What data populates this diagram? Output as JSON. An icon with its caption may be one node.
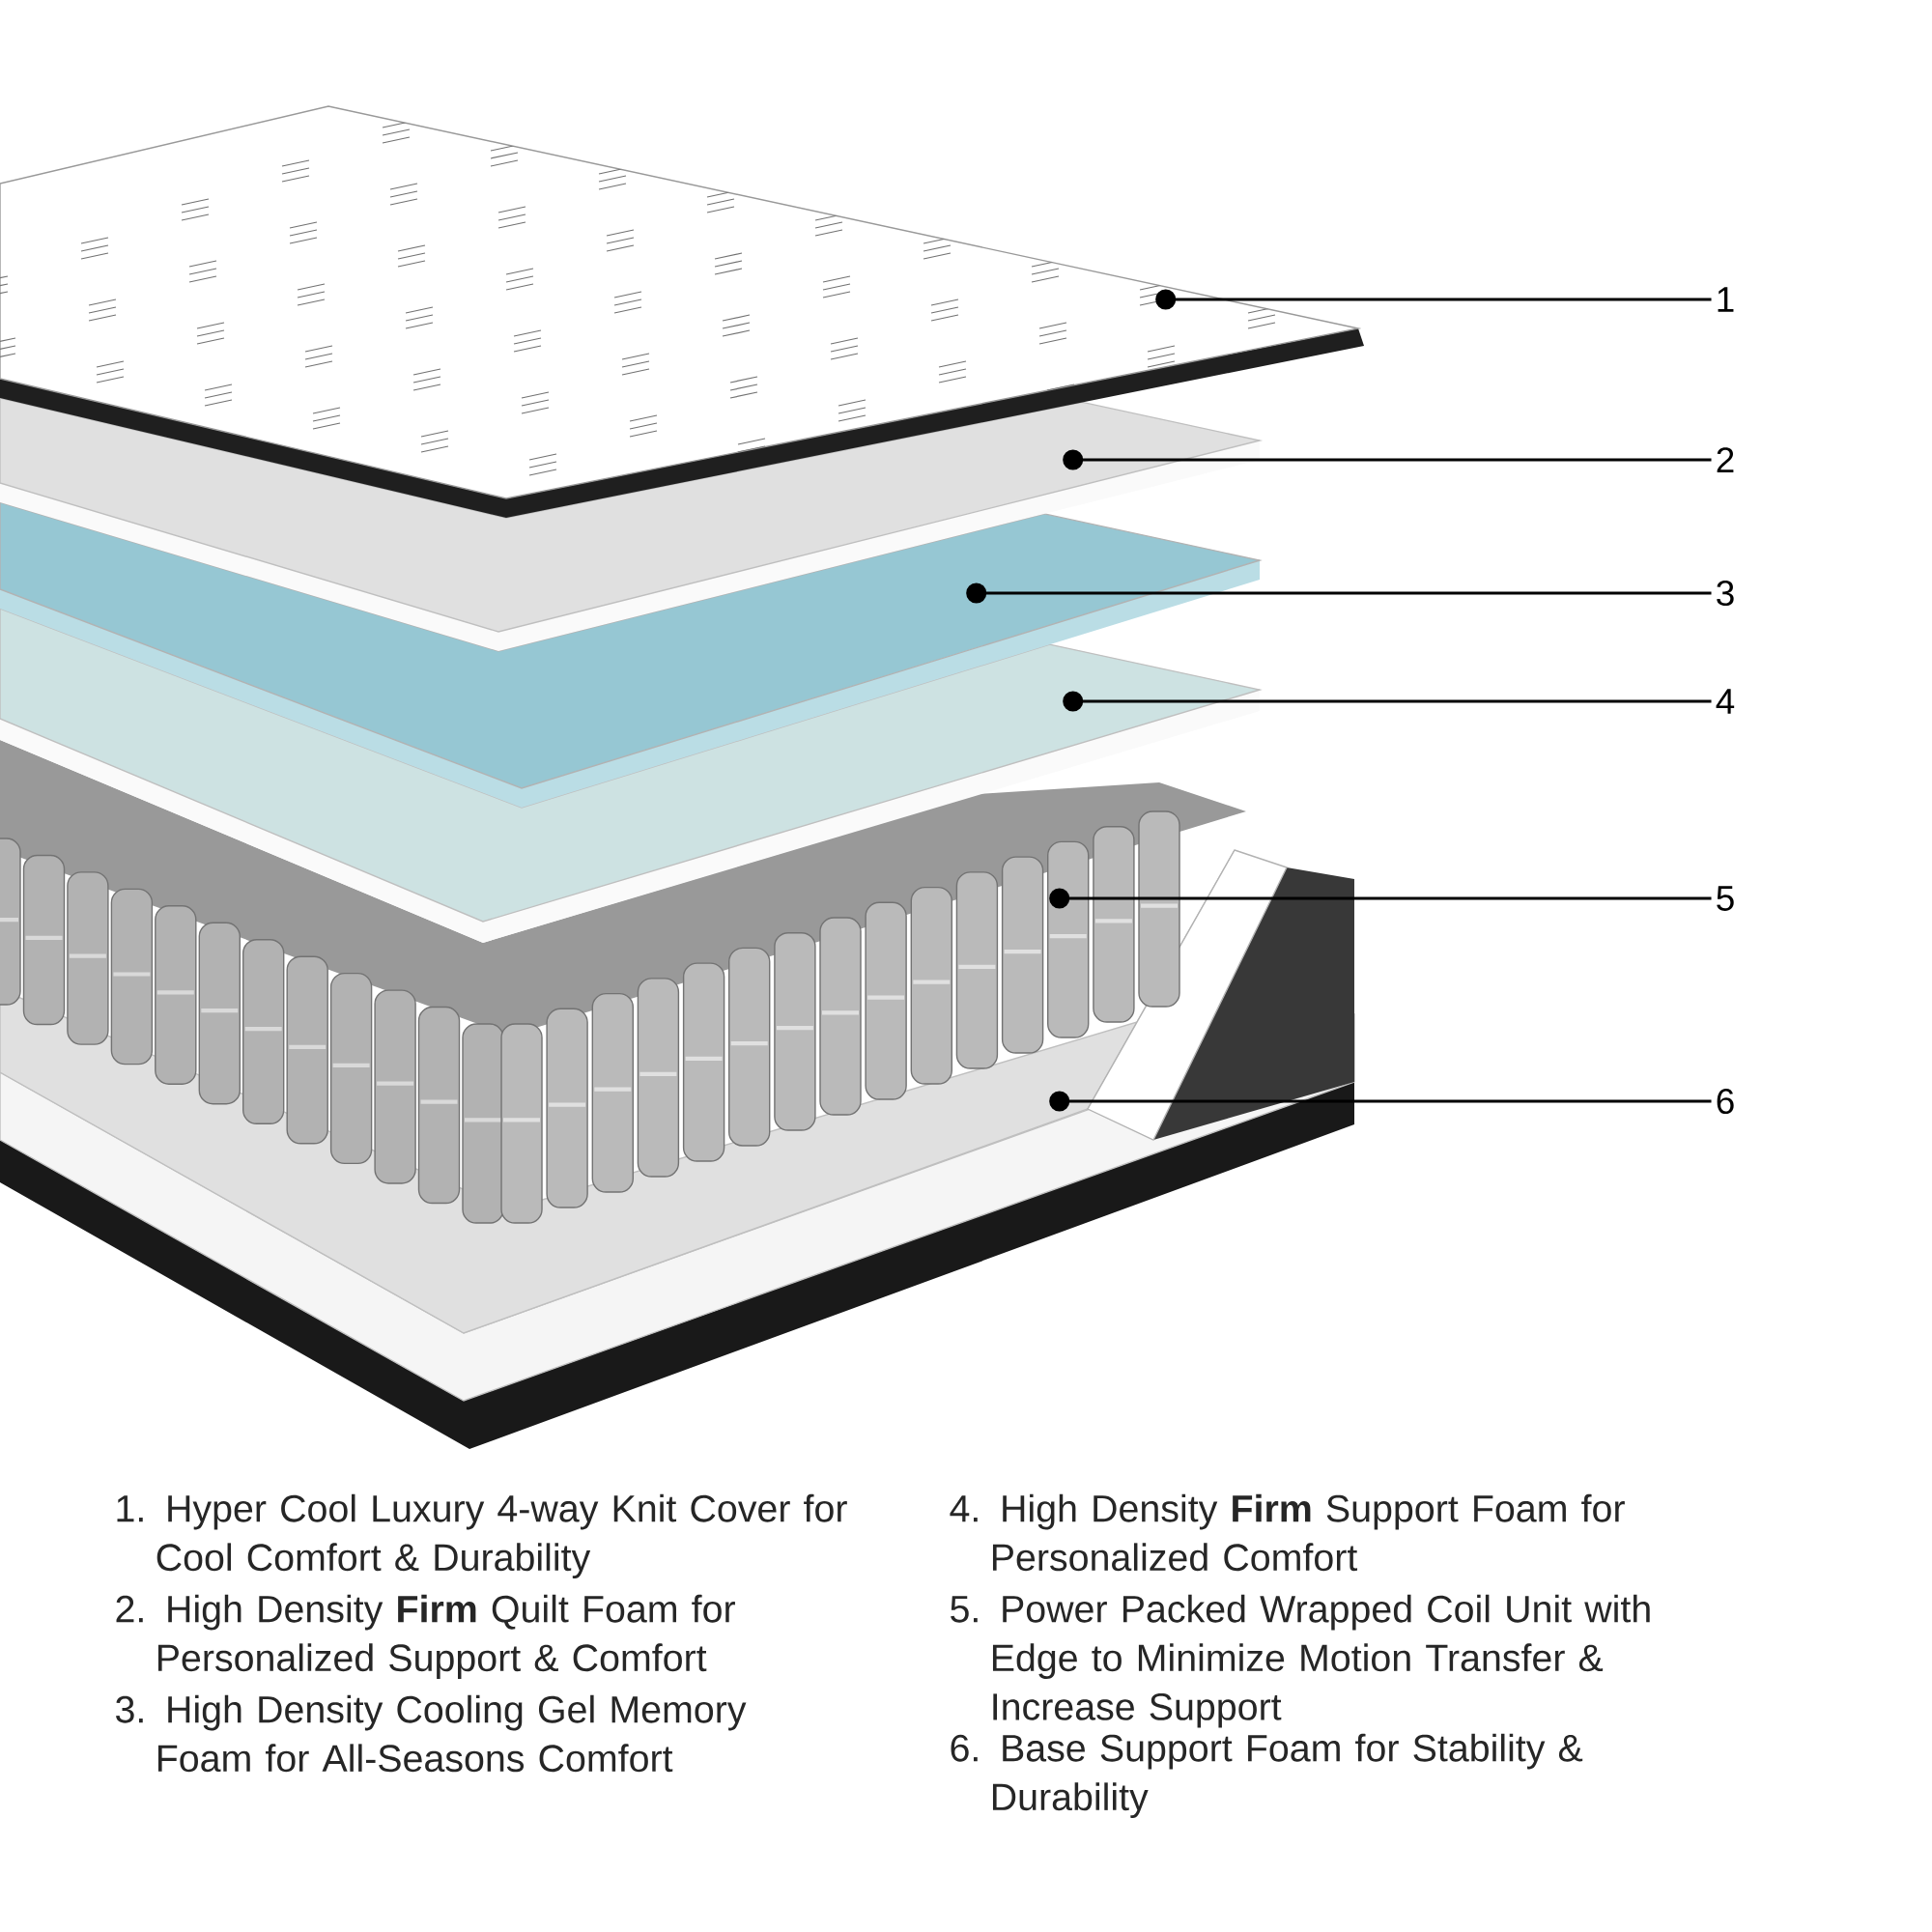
{
  "diagram": {
    "nodes": [
      {
        "text": [
          "1"
        ]
      },
      {
        "text": [
          "2"
        ]
      },
      {
        "text": [
          "3"
        ]
      },
      {
        "text": [
          "4"
        ]
      },
      {
        "text": [
          "5"
        ]
      },
      {
        "text": [
          "6"
        ]
      },
      {
        "text": [],
        "shape": "picture"
      },
      {
        "text": [],
        "shape": "picture"
      },
      {
        "text": [],
        "shape": "picture"
      },
      {
        "text": [],
        "shape": "picture"
      },
      {
        "text": [],
        "shape": "picture"
      },
      {
        "text": [],
        "shape": "picture"
      }
    ],
    "edges": [
      {
        "from": 0,
        "to": 6,
        "arrow": "other"
      },
      {
        "from": 1,
        "to": 7,
        "arrow": "other"
      },
      {
        "from": 2,
        "to": 8,
        "arrow": "other"
      },
      {
        "from": 3,
        "to": 9,
        "arrow": "other"
      },
      {
        "from": 4,
        "to": 10,
        "arrow": "other"
      },
      {
        "from": 5,
        "to": 11,
        "arrow": "other"
      }
    ],
    "labels": [
      "1. Hyper Cool Luxury 4-way Knit Cover for Cool Comfort & Durability",
      "2. High Density **Firm** Quilt Foam for Personalized Support & Comfort",
      "3. High Density Cooling Gel Memory Foam for All-Seasons Comfort",
      "4. High Density **Firm** Support Foam for Personalized Comfort",
      "5. Power Packed Wrapped Coil Unit with Edge to Minimize Motion Transfer & Increase Support",
      "6. Base Support Foam for Stability & Durability"
    ]
  }
}
